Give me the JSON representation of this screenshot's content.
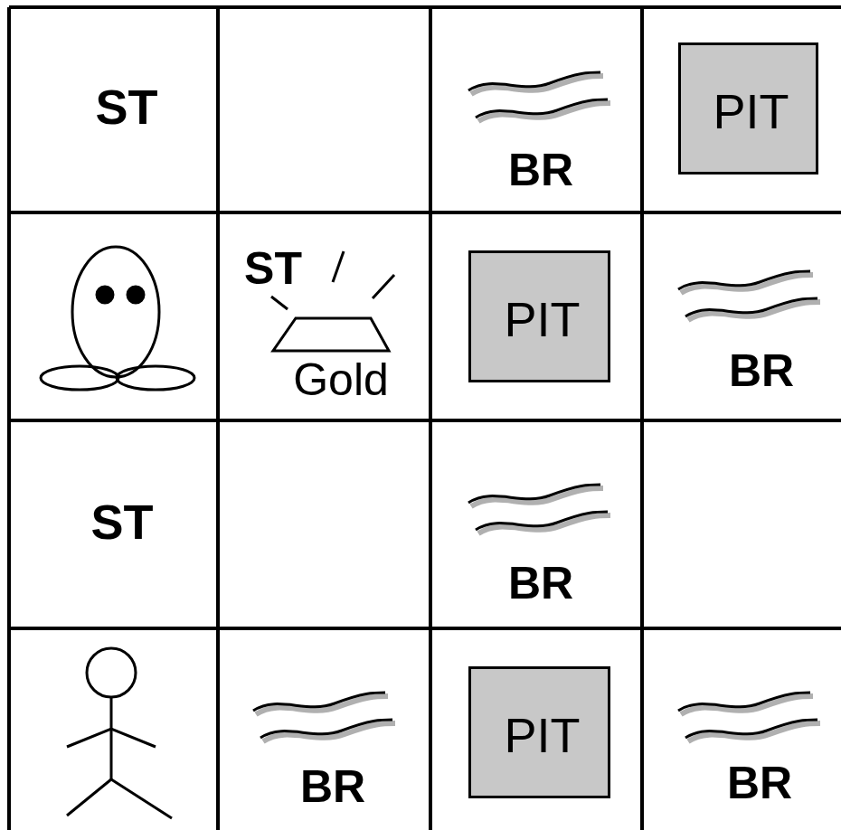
{
  "diagram": {
    "nodes": [
      {
        "text": [
          "ST"
        ]
      },
      {
        "text": [
          "BR"
        ]
      },
      {
        "text": [
          "PIT"
        ]
      },
      {
        "text": [
          "ST",
          "Gold"
        ]
      },
      {
        "text": [
          "PIT"
        ]
      },
      {
        "text": [
          "BR"
        ]
      },
      {
        "text": [
          "ST"
        ]
      },
      {
        "text": [
          "BR"
        ]
      },
      {
        "text": [
          "BR"
        ]
      },
      {
        "text": [
          "PIT"
        ]
      },
      {
        "text": [
          "BR"
        ]
      }
    ]
  }
}
